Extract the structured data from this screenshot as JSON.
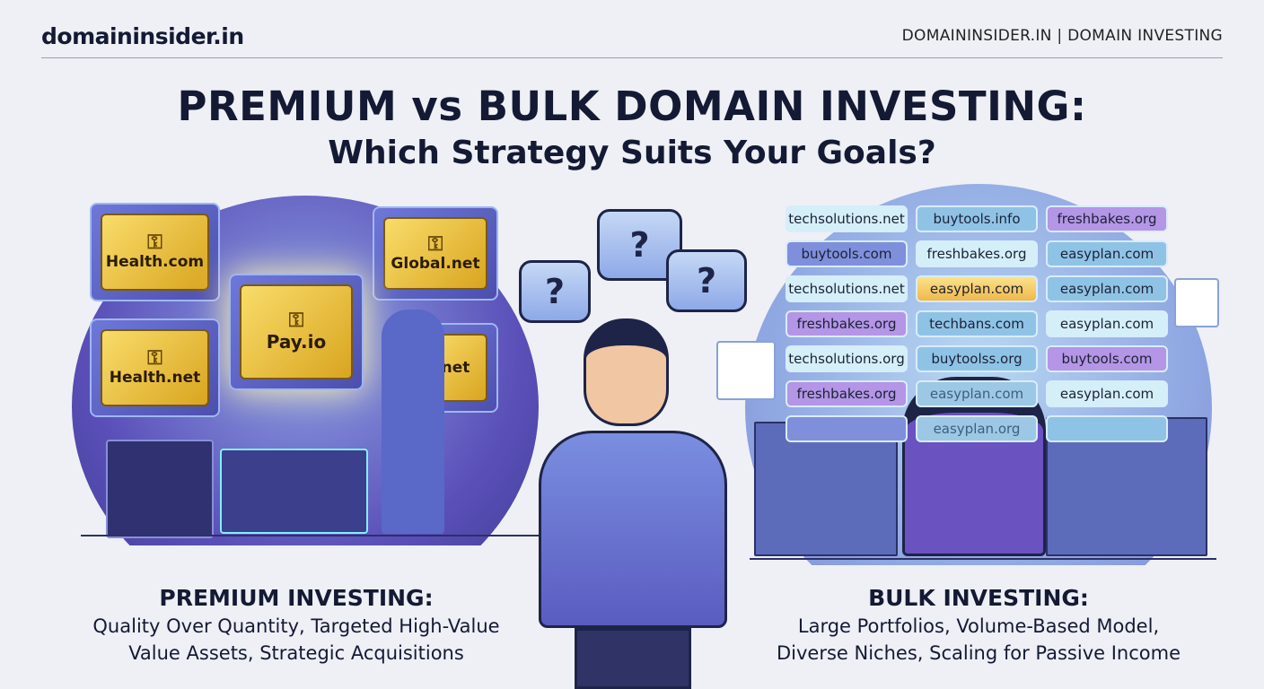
{
  "header": {
    "brand": "domaininsider.in",
    "right": "DOMAININSIDER.IN | DOMAIN INVESTING"
  },
  "title": {
    "line1": "PREMIUM vs BULK DOMAIN INVESTING:",
    "line2": "Which Strategy Suits Your Goals?"
  },
  "premium": {
    "cards": [
      "Health.com",
      "Global.net",
      "Pay.io",
      "Health.net",
      "net"
    ],
    "heading": "PREMIUM INVESTING:",
    "line1": "Quality Over Quantity, Targeted High-Value",
    "line2": "Value Assets, Strategic Acquisitions"
  },
  "center": {
    "bubbles": [
      "?",
      "?",
      "?"
    ]
  },
  "bulk": {
    "tiles": [
      {
        "text": "techsolutions.net",
        "color": "cyan"
      },
      {
        "text": "buytools.info",
        "color": "blue"
      },
      {
        "text": "freshbakes.org",
        "color": "purple"
      },
      {
        "text": "buytools.com",
        "color": "indigo"
      },
      {
        "text": "freshbakes.org",
        "color": "cyan"
      },
      {
        "text": "easyplan.com",
        "color": "blue"
      },
      {
        "text": "techsolutions.net",
        "color": "cyan"
      },
      {
        "text": "easyplan.com",
        "color": "gold"
      },
      {
        "text": "easyplan.com",
        "color": "blue"
      },
      {
        "text": "freshbakes.org",
        "color": "purple"
      },
      {
        "text": "techbans.com",
        "color": "blue"
      },
      {
        "text": "easyplan.com",
        "color": "cyan"
      },
      {
        "text": "techsolutions.org",
        "color": "cyan"
      },
      {
        "text": "buytoolss.org",
        "color": "blue"
      },
      {
        "text": "buytools.com",
        "color": "purple"
      },
      {
        "text": "freshbakes.org",
        "color": "purple"
      },
      {
        "text": "easyplan.com",
        "color": "faded"
      },
      {
        "text": "easyplan.com",
        "color": "cyan"
      },
      {
        "text": "",
        "color": "indigo"
      },
      {
        "text": "easyplan.org",
        "color": "faded"
      },
      {
        "text": "",
        "color": "blue"
      }
    ],
    "heading": "BULK INVESTING:",
    "line1": "Large Portfolios, Volume-Based Model,",
    "line2": "Diverse Niches, Scaling for Passive Income"
  },
  "colors": {
    "text": "#141a33",
    "gold": "#f0b84a",
    "purple": "#b495e6",
    "indigo": "#7f8fdb"
  }
}
